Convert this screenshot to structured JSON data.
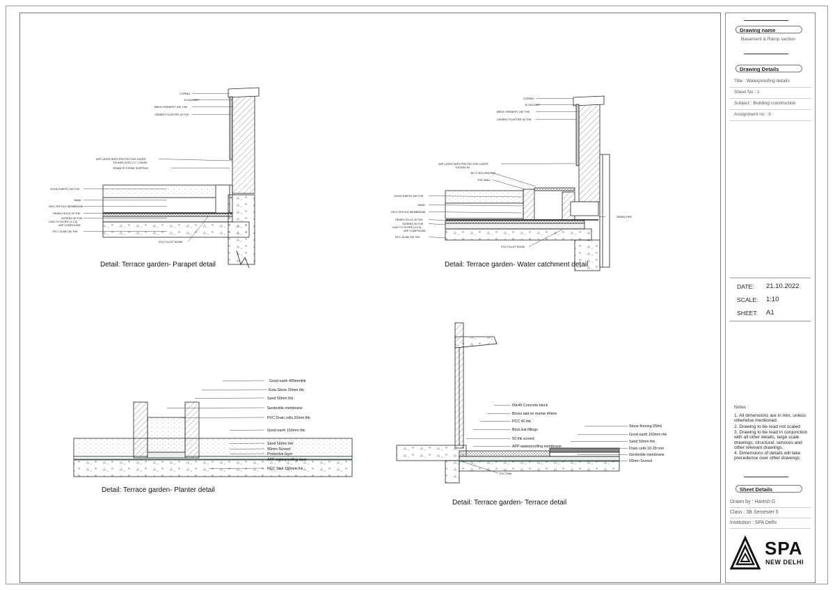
{
  "title_block": {
    "drawing_name_label": "Drawing name",
    "drawing_name_value": "Basement & Ramp section",
    "drawing_details_label": "Drawing Details",
    "title": "Title : Waterproofing details",
    "sheet_no": "Sheet No : 1",
    "subject": "Subject : Building construction",
    "assignment": "Assignment no : 3",
    "date_label": "DATE:",
    "date_value": "21.10.2022",
    "scale_label": "SCALE:",
    "scale_value": "1:10",
    "sheet_label": "SHEET:",
    "sheet_value": "A1",
    "notes_label": "Notes :",
    "notes": [
      "1. All dimensions are in mm, unless otherwise mentioned.",
      "2. Drawing to be read not scaled",
      "3. Drawing to be read in conjunction with all other details, large scale drawings, structural, services and other relevant drawings.",
      "4. Dimensions of details will take precedence over other drawings."
    ],
    "sheet_details_label": "Sheet Details",
    "drawn_by": "Drawn by :  Haresh G",
    "class": "Class : 3B Semester 5",
    "institution": "Institution : SPA Delhi",
    "logo_main": "SPA",
    "logo_sub": "NEW DELHI"
  },
  "details": {
    "parapet": {
      "caption": "Detail: Terrace garden- Parapet detail",
      "labels": [
        "COPING",
        "10 DIA DRIP",
        "BRICK PARAPET 230 THK",
        "CEMENT PLASTER 18 THK",
        "W/P LAYER WITH PROTECTIVE LAYER",
        "TUCKED INTO C.C. CHASE",
        "GRANITE STONE SKIRTING",
        "GOOD EARTH 150 THK",
        "SAND",
        "GEO-TEXTILE MEMBRANE",
        "DRAIN CELLS 20 THK",
        "SCREED 50 THK",
        "LAID TO SLOPE (1:2:4)",
        "W/P COMPOUND",
        "RCC SLAB 150 THK",
        "PCC FILLET 50X50"
      ]
    },
    "water": {
      "caption": "Detail: Terrace garden- Water catchment detail",
      "labels": [
        "COPING",
        "10 DIA DRIP",
        "BRICK PARAPET 230 THK",
        "CEMENT PLASTER 18 THK",
        "W/P LAYER WITH PROTECTIVE LAYER",
        "TUCKED IN",
        "300 X 300 GRATING",
        "TOE WALL",
        "GOOD EARTH 150 THK",
        "GEO-TEXTILE MEMBRANE",
        "SAND",
        "DRAIN CELLS 20 THK",
        "SCREED 50 THK",
        "LAID TO SLOPE (1:2:4)",
        "W/P COMPOUND",
        "RCC SLAB 150 THK",
        "PCC FILLET 50X50",
        "DRAIN PIPE"
      ]
    },
    "planter": {
      "caption": "Detail: Terrace garden- Planter detail",
      "labels": [
        "Good earth 400mmthk",
        "Kota Stone 20mm thk",
        "Sand 50mm thk",
        "Geotextile membrane",
        "PVC Drain cells 20mm thk",
        "Good earth 150mm thk",
        "Sand 50mm thk",
        "50mm Screed",
        "Protective layer",
        "APP waterproofing layer",
        "RCC Slab 150mm thk"
      ]
    },
    "terrace": {
      "caption": "Detail: Terrace garden- Terrace detail",
      "labels_left": [
        "60x45 Concrete block",
        "Bricks laid on mortar 40mm",
        "PCC 40 thk",
        "Brick bat fillings",
        "50 thk screed",
        "APP waterproofing membrane"
      ],
      "labels_right": [
        "Stone flooring 25thk",
        "Good earth 150mm thk",
        "Sand 50mm thk",
        "Drain cells 10-20 mm",
        "Geotextile membrane",
        "50mm Screed"
      ],
      "pcc_label": "PCC Fillet"
    }
  }
}
